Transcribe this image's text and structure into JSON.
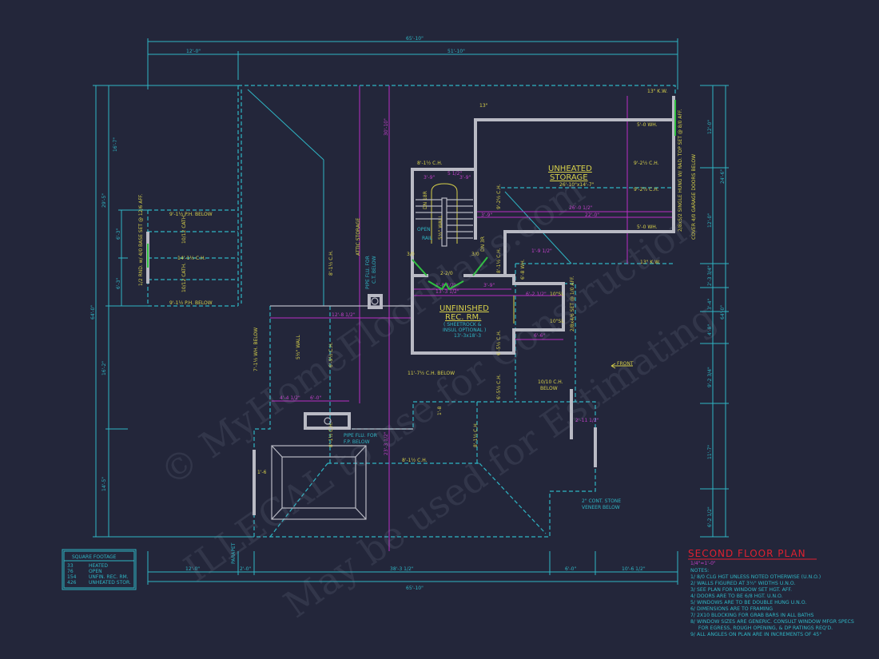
{
  "title": "SECOND FLOOR PLAN",
  "scale": "1/4\"=1'-0\"",
  "colors": {
    "background": "#23263a",
    "dimension": "#2fb5c4",
    "overall_dim": "#b92fc4",
    "walls": "#b9bac4",
    "labels": "#d7d04a",
    "title": "#e02030",
    "windows": "#2fc040"
  },
  "rooms": {
    "storage": {
      "name1": "UNHEATED",
      "name2": "STORAGE",
      "size": "26'-10\"x14'-7\""
    },
    "rec": {
      "name1": "UNFINISHED",
      "name2": "REC. RM.",
      "note1": "( SHEETROCK &",
      "note2": "INSUL OPTIONAL )",
      "size": "13'-3x18'-3"
    }
  },
  "square_footage": {
    "header": "SQUARE FOOTAGE",
    "rows": [
      {
        "value": "33",
        "label": "HEATED"
      },
      {
        "value": "76",
        "label": "OPEN"
      },
      {
        "value": "154",
        "label": "UNFIN. REC. RM."
      },
      {
        "value": "426",
        "label": "UNHEATED STOR."
      }
    ]
  },
  "notes": {
    "header": "NOTES:",
    "items": [
      "1/  8/0 CLG HGT UNLESS NOTED OTHERWISE (U.N.O.)",
      "2/  WALLS FIGURED AT 3½\" WIDTHS U.N.O.",
      "3/  SEE PLAN FOR WINDOW SET HGT. AFF.",
      "4/  DOORS ARE TO BE 6/8 HGT. U.N.O.",
      "5/  WINDOWS ARE TO BE DOUBLE HUNG U.N.O.",
      "6/  DIMENSIONS ARE TO FRAMING",
      "7/  2X10 BLOCKING FOR GRAB BARS IN ALL BATHS",
      "8/  WINDOW SIZES ARE GENERIC. CONSULT WINDOW MFGR SPECS",
      "     FOR EGRESS, ROUGH OPENING, & DP RATINGS REQ'D.",
      "9/  ALL ANGLES ON PLAN ARE IN INCREMENTS OF 45°"
    ]
  },
  "dimensions": {
    "top_overall": "65'-10\"",
    "top_left": "12'-0\"",
    "top_right": "51'-10\"",
    "bottom_overall": "65'-10\"",
    "bottom": [
      "12'-0\"",
      "2'-0\"",
      "38'-3 1/2\"",
      "6'-0\"",
      "10'-6 1/2\""
    ],
    "left_overall": "64'-0\"",
    "left": [
      "16'-7\"",
      "29'-5\"",
      "6'-3\"",
      "6'-3\"",
      "16'-2\"",
      "14'-5\""
    ],
    "right_overall": "64'-0\"",
    "right": [
      "12'-0\"",
      "24'-6\"",
      "12'-0\"",
      "2'-3 3/4\"",
      "3'-4\"",
      "4'-8\"",
      "9'-2 3/4\"",
      "11'-7\"",
      "6'-2 1/2\""
    ],
    "interior": [
      "26'-0 1/2\"",
      "22'-0\"",
      "3'-9\"",
      "5'-0 WH.",
      "5'-0 WH.",
      "1'-9 1/2\"",
      "13'-3 1/2\"",
      "6'-2 1/2\"",
      "1'-8 1/2\"",
      "3'-9\"",
      "6'-6\"",
      "12'-8 1/2\"",
      "4'-4 1/2\"",
      "6'-0\"",
      "2'-11 1/2\"",
      "23'-3 1/2\"",
      "30'-10\"",
      "3'-9\"",
      "5 1/2\"",
      "3'-9\""
    ]
  },
  "labels": {
    "kw1": "13\" K.W.",
    "kw2": "13\" K.W.",
    "kw3": "13\"",
    "ch_storage1": "9'-2½ C.H.",
    "ch_storage2": "9'-2½ C.H.",
    "ch_stair": "8'-1½ C.H.",
    "ch_a": "9'-2½ C.H.",
    "ch_b": "8'-1½ C.H.",
    "ch_c": "8'-1½ C.H.",
    "ch_d": "6'-9½ C.H.",
    "ch_e": "6'-5½ C.H.",
    "ch_f": "8'-1½ C.H.",
    "ch_g": "8'-1½ C.H.",
    "ch_h": "8'-1½ C.H.",
    "ch_i": "6'-5½ C.H.",
    "ph_below1": "9'-1½ P.H. BELOW",
    "ph_below2": "9'-1½ P.H. BELOW",
    "ch_14": "14'-1½ C.H.",
    "cath1": "10/12 CATH.",
    "cath2": "10/12 CATH.",
    "window_left": "1/2 RND. w/ 4/0 BASE SET @ 12/6 AFF.",
    "attic": "ATTIC STORAGE",
    "pipe1": "PIPE FLU. FOR",
    "pipe1b": "C.T. BELOW",
    "pipe2": "PIPE FLU. FOR",
    "pipe2b": "F.P. BELOW",
    "open": "OPEN",
    "rail": "RAIL",
    "wall": "5½\" WALL",
    "wall2": "5½\" WALL",
    "door1": "3/0",
    "door2": "3/0",
    "door3": "2-2/0",
    "ch_below": "11'-7½ C.H. BELOW",
    "ch1010": "10/10 C.H.",
    "below": "BELOW",
    "wh_below": "7'-1½ WH. BELOW",
    "front": "FRONT",
    "stone1": "2\" CONT. STONE",
    "stone2": "VENEER BELOW",
    "garage_win": "2/8x5/2 SINGLE HUNG W/ RAD. TOP SET @ 8/0 AFF.",
    "garage_win2": "COVER 4/0 GARAGE DOORS BELOW",
    "rec_win": "2/8x4/6 SET @ 1/0 AFF.",
    "sl1": "10\"SL",
    "sl2": "10\"SL",
    "d18": "1'-8",
    "d16": "1'-6",
    "dn": "DN 18R",
    "up": "DN 3R",
    "wh14": "6'-8 WH.",
    "parapet": "PARAPET"
  },
  "watermark": [
    "© MyHomeFloorPlans.com",
    "ILLEGAL to use for Construction",
    "May be used for Estimating"
  ]
}
